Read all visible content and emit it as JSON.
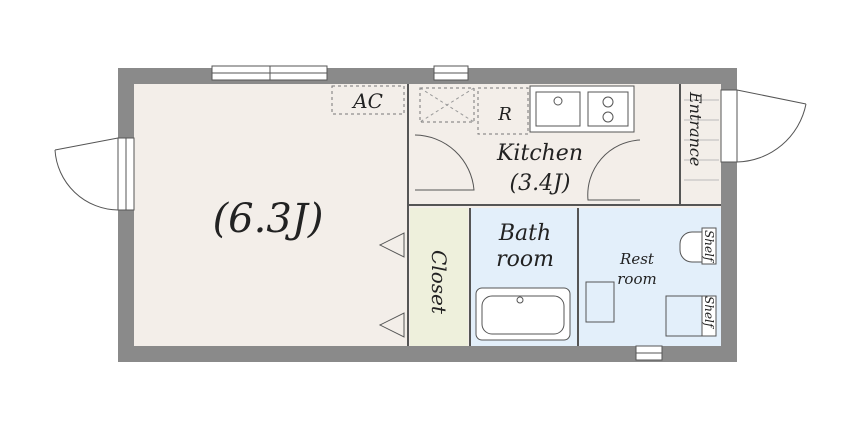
{
  "rooms": {
    "main_room": "(6.3J)",
    "ac": "AC",
    "fridge": "R",
    "kitchen": "Kitchen",
    "kitchen_size": "(3.4J)",
    "entrance": "Entrance",
    "closet": "Closet",
    "bath_line1": "Bath",
    "bath_line2": "room",
    "rest_line1": "Rest",
    "rest_line2": "room",
    "shelf_upper": "Shelf",
    "shelf_lower": "Shelf"
  },
  "colors": {
    "wall": "#8a8a8a",
    "floor": "#f3eee9",
    "wet_area": "#e3effa",
    "closet": "#eef0dc",
    "line": "#555555"
  }
}
